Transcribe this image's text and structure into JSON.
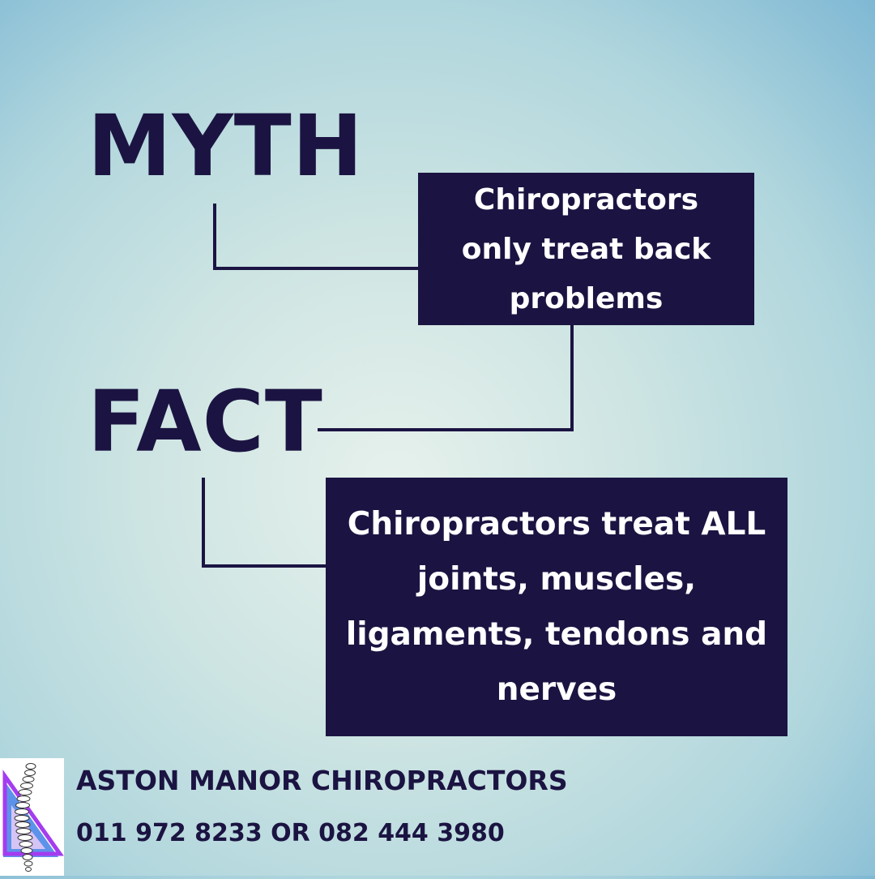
{
  "myth": {
    "heading": "MYTH",
    "text": "Chiropractors only treat back problems"
  },
  "fact": {
    "heading": "FACT",
    "text": "Chiropractors treat ALL joints, muscles, ligaments, tendons and nerves"
  },
  "footer": {
    "name": "ASTON MANOR CHIROPRACTORS",
    "phone": "011 972 8233 OR 082 444 3980",
    "logo_icon": "spine-logo-icon"
  },
  "colors": {
    "navy": "#1b1442",
    "text_light": "#ffffff",
    "logo_purple": "#a43cf0",
    "logo_blue": "#3f7fe6"
  }
}
